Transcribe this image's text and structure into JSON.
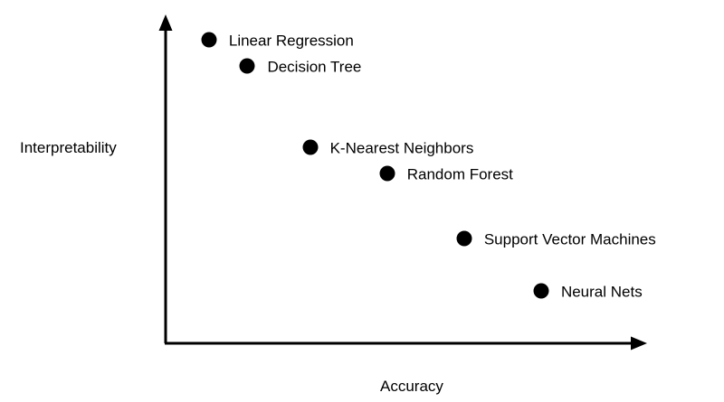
{
  "chart_data": {
    "type": "scatter",
    "title": "",
    "xlabel": "Accuracy",
    "ylabel": "Interpretability",
    "xlim": [
      0,
      1
    ],
    "ylim": [
      0,
      1
    ],
    "grid": false,
    "ticks": false,
    "legend": "none",
    "axis_style": "arrow-tipped lines, no tick marks",
    "point_color": "#000000",
    "axis_color": "#000000",
    "text_color": "#000000",
    "background": "#ffffff",
    "points": [
      {
        "label": "Linear Regression",
        "x": 0.09,
        "y": 0.93
      },
      {
        "label": "Decision Tree",
        "x": 0.17,
        "y": 0.85
      },
      {
        "label": "K-Nearest Neighbors",
        "x": 0.3,
        "y": 0.6
      },
      {
        "label": "Random Forest",
        "x": 0.46,
        "y": 0.52
      },
      {
        "label": "Support Vector Machines",
        "x": 0.62,
        "y": 0.32
      },
      {
        "label": "Neural Nets",
        "x": 0.78,
        "y": 0.16
      }
    ]
  }
}
